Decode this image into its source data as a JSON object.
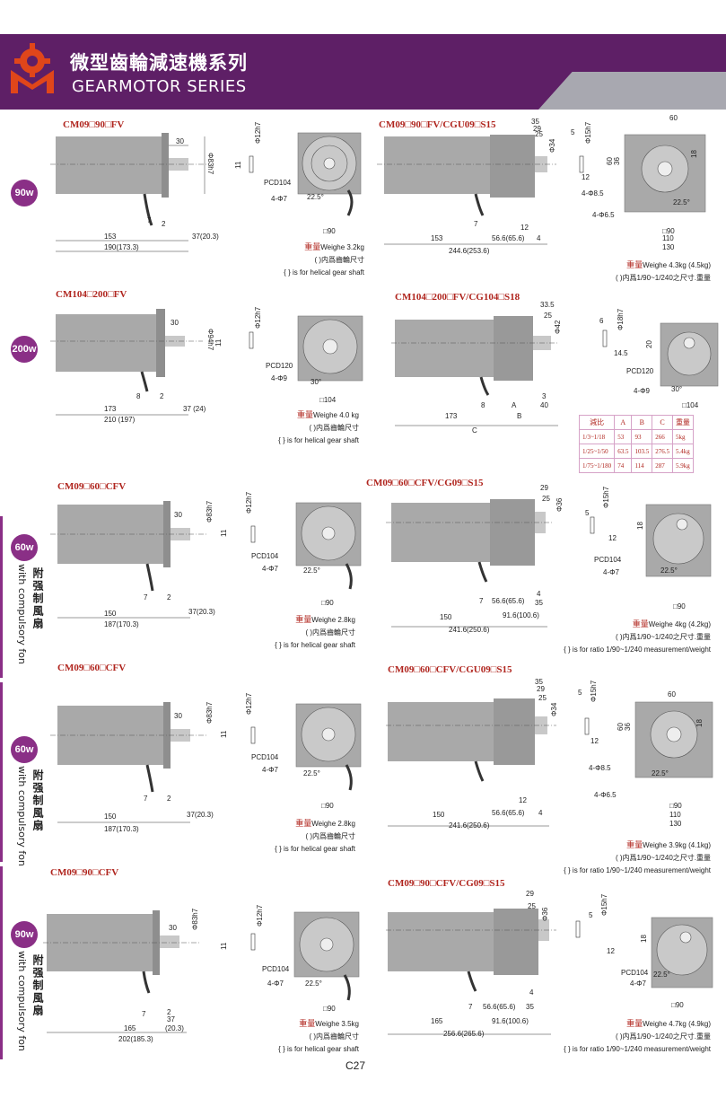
{
  "header": {
    "title_cn": "微型齒輪減速機系列",
    "title_en": "GEARMOTOR SERIES"
  },
  "colors": {
    "brand": "#5e1f66",
    "accent": "#8a2f86",
    "model_text": "#b0251e",
    "grey": "#a8a8b0"
  },
  "sections": [
    {
      "badge": "90w"
    },
    {
      "badge": "200w"
    },
    {
      "badge": "60w",
      "note_cn": "附强制風扇",
      "note_en": "with compulsory fon"
    },
    {
      "badge": "60w",
      "note_cn": "附强制風扇",
      "note_en": "with compulsory fon"
    },
    {
      "badge": "90w",
      "note_cn": "附强制風扇",
      "note_en": "with compulsory fon"
    }
  ],
  "models": {
    "m1": "CM09□90□FV",
    "m2": "CM09□90□FV/CGU09□S15",
    "m3": "CM104□200□FV",
    "m4": "CM104□200□FV/CG104□S18",
    "m5": "CM09□60□CFV",
    "m6": "CM09□60□CFV/CG09□S15",
    "m7": "CM09□60□CFV",
    "m8": "CM09□60□CFV/CGU09□S15",
    "m9": "CM09□90□CFV",
    "m10": "CM09□90□CFV/CG09□S15"
  },
  "notes": {
    "n1_weight": "Weighe 3.2kg",
    "n1_shaft": "( )内爲齒輪尺寸",
    "n1_helical": "{ } is for helical gear shaft",
    "n2_weight": "Weighe 4.3kg (4.5kg)",
    "n2_ratio": "( )内爲1/90~1/240之尺寸.重量",
    "n3_weight": "Weighe 4.0 kg",
    "n3_shaft": "( )内爲齒輪尺寸",
    "n3_helical": "{ } is for helical gear shaft",
    "n5_weight": "Weighe 2.8kg",
    "n5_shaft": "( )内爲齒輪尺寸",
    "n5_helical": "{ } is for helical gear shaft",
    "n6_weight": "Weighe 4kg (4.2kg)",
    "n6_ratio": "( )内爲1/90~1/240之尺寸.重量",
    "n6_ratio_en": "{ } is for ratio 1/90~1/240 measurement/weight",
    "n7_weight": "Weighe 2.8kg",
    "n7_shaft": "( )内爲齒輪尺寸",
    "n7_helical": "{ } is for helical gear shaft",
    "n8_weight": "Weighe 3.9kg (4.1kg)",
    "n8_ratio": "( )内爲1/90~1/240之尺寸.重量",
    "n8_ratio_en": "{ } is for ratio 1/90~1/240 measurement/weight",
    "n9_weight": "Weighe 3.5kg",
    "n9_shaft": "( )内爲齒輪尺寸",
    "n9_helical": "{ } is for helical gear shaft",
    "n10_weight": "Weighe 4.7kg (4.9kg)",
    "n10_ratio": "( )内爲1/90~1/240之尺寸.重量",
    "n10_ratio_en": "{ } is for ratio 1/90~1/240 measurement/weight",
    "weight_cn": "重量"
  },
  "dims": {
    "d1": {
      "a": "30",
      "dia": "Φ83h7",
      "b": "153",
      "c": "37(20.3)",
      "total": "190(173.3)",
      "s7": "7",
      "s2": "2",
      "shaft": "Φ12h7",
      "key": "11",
      "pcd": "PCD104",
      "hole": "4-Φ7",
      "ang": "22.5°",
      "sq": "□90"
    },
    "d2": {
      "t35": "35",
      "t29": "29",
      "t25": "25",
      "dia": "Φ34",
      "b": "153",
      "s7": "7",
      "s12": "12",
      "mid": "56.6(65.6)",
      "s4": "4",
      "total": "244.6(253.6)",
      "shaft": "Φ15h7",
      "k5": "5",
      "k12": "12",
      "k36": "36",
      "k60": "60",
      "top": "60",
      "h18": "18",
      "hole1": "4-Φ8.5",
      "hole2": "4-Φ6.5",
      "ang": "22.5°",
      "sq": "□90",
      "w110": "110",
      "w130": "130"
    },
    "d3": {
      "a": "30",
      "dia": "Φ94h7",
      "b": "173",
      "c": "37 (24)",
      "total": "210 (197)",
      "s8": "8",
      "s2": "2",
      "shaft": "Φ12h7",
      "key": "11",
      "pcd": "PCD120",
      "hole": "4-Φ9",
      "ang": "30°",
      "sq": "□104"
    },
    "d4": {
      "t335": "33.5",
      "t25": "25",
      "dia": "Φ42",
      "b": "173",
      "s8": "8",
      "A": "A",
      "s3": "3",
      "s40": "40",
      "C": "C",
      "B": "B",
      "shaft": "Φ18h7",
      "k6": "6",
      "k145": "14.5",
      "h20": "20",
      "pcd": "PCD120",
      "hole": "4-Φ9",
      "ang": "30°",
      "sq": "□104"
    },
    "d5": {
      "a": "30",
      "dia": "Φ83h7",
      "b": "150",
      "c": "37(20.3)",
      "total": "187(170.3)",
      "s7": "7",
      "s2": "2",
      "shaft": "Φ12h7",
      "key": "11",
      "pcd": "PCD104",
      "hole": "4-Φ7",
      "ang": "22.5°",
      "sq": "□90"
    },
    "d6": {
      "t29": "29",
      "t25": "25",
      "dia": "Φ36",
      "b": "150",
      "s7": "7",
      "mid": "56.6(65.6)",
      "s4": "4",
      "s35": "35",
      "m2": "91.6(100.6)",
      "total": "241.6(250.6)",
      "shaft": "Φ15h7",
      "k5": "5",
      "k12": "12",
      "h18": "18",
      "pcd": "PCD104",
      "hole": "4-Φ7",
      "ang": "22.5°",
      "sq": "□90"
    },
    "d7": {
      "a": "30",
      "dia": "Φ83h7",
      "b": "150",
      "c": "37(20.3)",
      "total": "187(170.3)",
      "s7": "7",
      "s2": "2",
      "shaft": "Φ12h7",
      "key": "11",
      "pcd": "PCD104",
      "hole": "4-Φ7",
      "ang": "22.5°",
      "sq": "□90"
    },
    "d8": {
      "t35": "35",
      "t29": "29",
      "t25": "25",
      "dia": "Φ34",
      "b": "150",
      "s12": "12",
      "mid": "56.6(65.6)",
      "s4": "4",
      "total": "241.6(250.6)",
      "shaft": "Φ15h7",
      "k5": "5",
      "k12": "12",
      "k36": "36",
      "k60": "60",
      "top": "60",
      "h18": "18",
      "hole1": "4-Φ8.5",
      "hole2": "4-Φ6.5",
      "ang": "22.5°",
      "sq": "□90",
      "w110": "110",
      "w130": "130"
    },
    "d9": {
      "a": "30",
      "dia": "Φ83h7",
      "b": "165",
      "c": "37",
      "c2": "(20.3)",
      "total": "202(185.3)",
      "s7": "7",
      "s2": "2",
      "shaft": "Φ12h7",
      "key": "11",
      "pcd": "PCD104",
      "hole": "4-Φ7",
      "ang": "22.5°",
      "sq": "□90"
    },
    "d10": {
      "t29": "29",
      "t25": "25",
      "dia": "Φ36",
      "b": "165",
      "s7": "7",
      "mid": "56.6(65.6)",
      "s4": "4",
      "s35": "35",
      "m2": "91.6(100.6)",
      "total": "256.6(265.6)",
      "shaft": "Φ15h7",
      "k5": "5",
      "k12": "12",
      "h18": "18",
      "pcd": "PCD104",
      "hole": "4-Φ7",
      "ang": "22.5°",
      "sq": "□90"
    }
  },
  "ratio_table": {
    "headers": [
      "減比",
      "A",
      "B",
      "C",
      "重量"
    ],
    "rows": [
      [
        "1/3~1/18",
        "53",
        "93",
        "266",
        "5kg"
      ],
      [
        "1/25~1/50",
        "63.5",
        "103.5",
        "276.5",
        "5.4kg"
      ],
      [
        "1/75~1/180",
        "74",
        "114",
        "287",
        "5.9kg"
      ]
    ]
  },
  "page_number": "C27"
}
